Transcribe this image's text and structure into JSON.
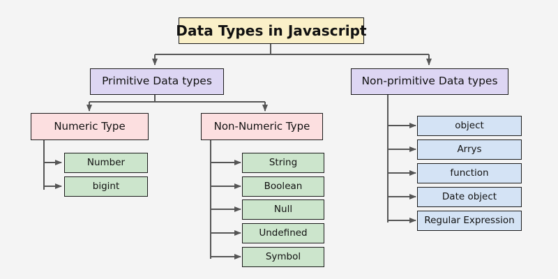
{
  "diagram": {
    "title": "Data Types in Javascript",
    "background_color": "#f4f4f4",
    "connector_color": "#555555",
    "root": {
      "label": "Data Types in Javascript",
      "fill": "#faf0c8"
    },
    "branches": [
      {
        "label": "Primitive Data types",
        "fill": "#ddd6f3",
        "groups": [
          {
            "label": "Numeric Type",
            "fill": "#fcdfe0",
            "items": [
              {
                "label": "Number",
                "fill": "#cce5cc"
              },
              {
                "label": "bigint",
                "fill": "#cce5cc"
              }
            ]
          },
          {
            "label": "Non-Numeric Type",
            "fill": "#fcdfe0",
            "items": [
              {
                "label": "String",
                "fill": "#cce5cc"
              },
              {
                "label": "Boolean",
                "fill": "#cce5cc"
              },
              {
                "label": "Null",
                "fill": "#cce5cc"
              },
              {
                "label": "Undefined",
                "fill": "#cce5cc"
              },
              {
                "label": "Symbol",
                "fill": "#cce5cc"
              }
            ]
          }
        ]
      },
      {
        "label": "Non-primitive Data types",
        "fill": "#ddd6f3",
        "groups": [],
        "items": [
          {
            "label": "object",
            "fill": "#d4e3f5"
          },
          {
            "label": "Arrys",
            "fill": "#d4e3f5"
          },
          {
            "label": "function",
            "fill": "#d4e3f5"
          },
          {
            "label": "Date object",
            "fill": "#d4e3f5"
          },
          {
            "label": "Regular Expression",
            "fill": "#d4e3f5"
          }
        ]
      }
    ]
  }
}
